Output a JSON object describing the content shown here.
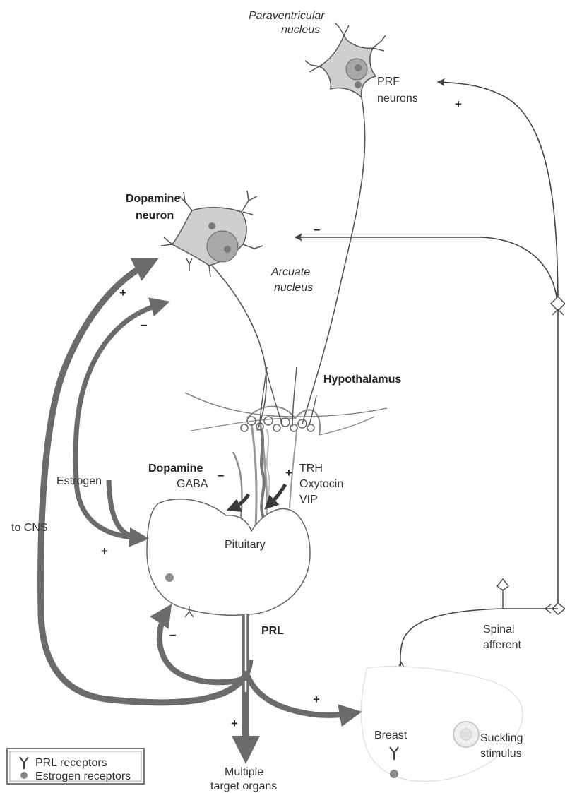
{
  "labels": {
    "paraventricular_1": "Paraventricular",
    "paraventricular_2": "nucleus",
    "prf_1": "PRF",
    "prf_2": "neurons",
    "dopamine_neuron_1": "Dopamine",
    "dopamine_neuron_2": "neuron",
    "arcuate_1": "Arcuate",
    "arcuate_2": "nucleus",
    "hypothalamus": "Hypothalamus",
    "dopamine": "Dopamine",
    "gaba": "GABA",
    "trh": "TRH",
    "oxytocin": "Oxytocin",
    "vip": "VIP",
    "estrogen": "Estrogen",
    "to_cns": "to CNS",
    "pituitary": "Pituitary",
    "prl": "PRL",
    "spinal_1": "Spinal",
    "spinal_2": "afferent",
    "breast": "Breast",
    "suckling_1": "Suckling",
    "suckling_2": "stimulus",
    "multiple_1": "Multiple",
    "multiple_2": "target organs"
  },
  "signs": {
    "prf_plus": "+",
    "dopamine_minus": "–",
    "cns_plus": "+",
    "estrogen_minus": "–",
    "dopamine_gaba_minus": "–",
    "trh_plus": "+",
    "estrogen_plus": "+",
    "feedback_minus": "–",
    "target_plus": "+",
    "breast_plus": "+"
  },
  "legend": {
    "prl_receptors": "PRL receptors",
    "estrogen_receptors": "Estrogen receptors"
  },
  "colors": {
    "ink": "#333333",
    "arrow": "#6b6b6b",
    "cell": "#c9c9c9",
    "nucleus": "#9a9a9a",
    "dot": "#7a7a7a"
  }
}
